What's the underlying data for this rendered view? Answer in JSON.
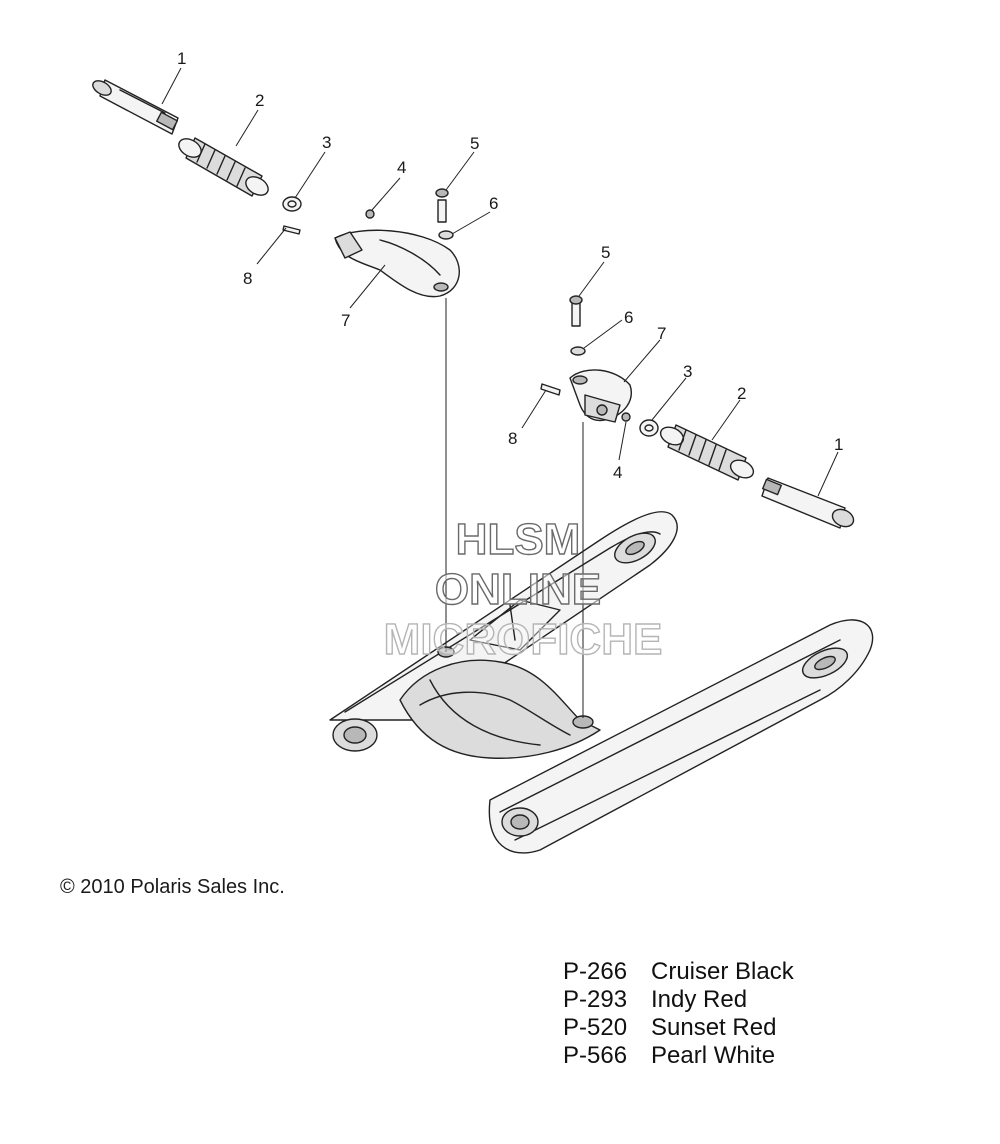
{
  "callouts": {
    "left": [
      "1",
      "2",
      "3",
      "4",
      "5",
      "6",
      "7",
      "8"
    ],
    "right": [
      "5",
      "6",
      "7",
      "8",
      "3",
      "2",
      "1",
      "4"
    ]
  },
  "watermark": {
    "line1": "HLSM",
    "line2": "ONLINE",
    "line3": "MICROFICHE"
  },
  "copyright": "© 2010 Polaris Sales Inc.",
  "paint_codes": [
    {
      "code": "P-266",
      "name": "Cruiser Black"
    },
    {
      "code": "P-293",
      "name": "Indy Red"
    },
    {
      "code": "P-520",
      "name": "Sunset Red"
    },
    {
      "code": "P-566",
      "name": "Pearl White"
    }
  ]
}
